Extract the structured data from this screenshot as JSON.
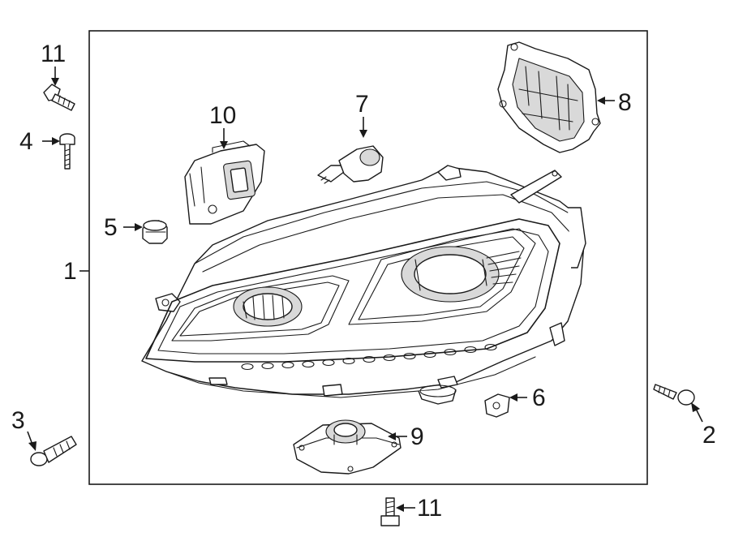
{
  "callouts": {
    "c1": "1",
    "c2": "2",
    "c3": "3",
    "c4": "4",
    "c5": "5",
    "c6": "6",
    "c7": "7",
    "c8": "8",
    "c9": "9",
    "c10": "10",
    "c11_top": "11",
    "c11_bottom": "11"
  },
  "colors": {
    "line": "#1a1a1a",
    "background": "#ffffff",
    "shade": "#d9d9d9"
  }
}
